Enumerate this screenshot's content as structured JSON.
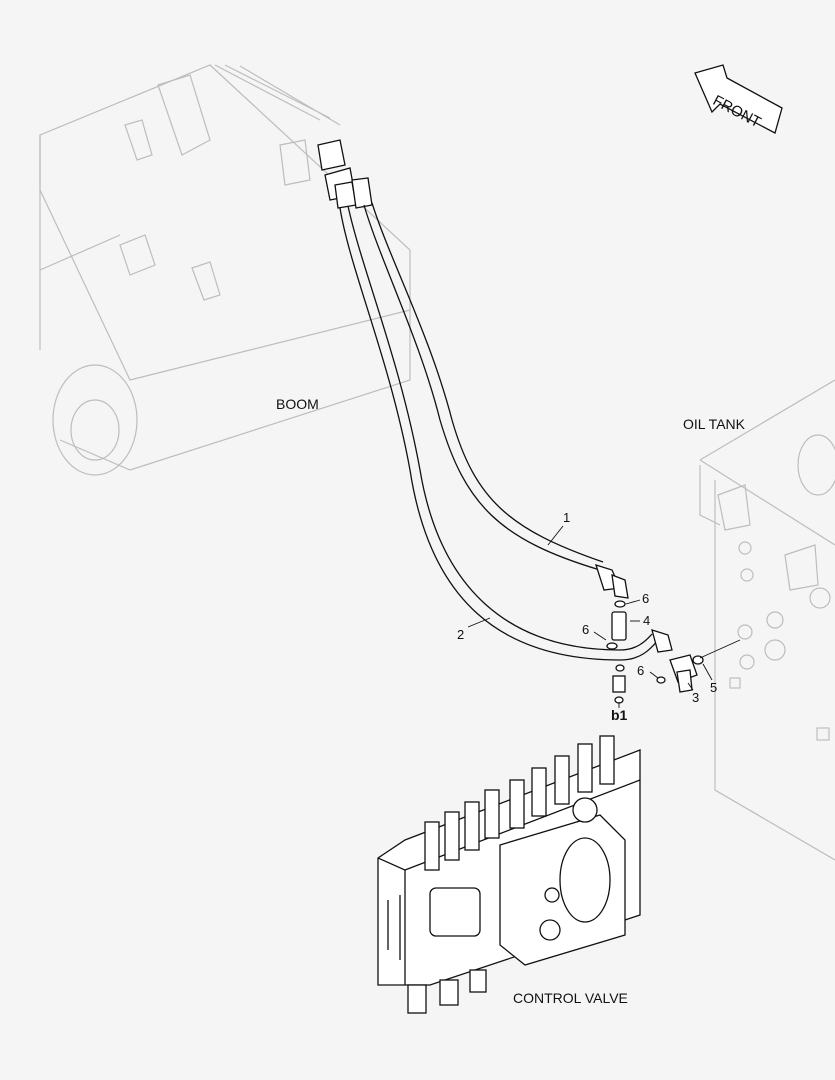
{
  "labels": {
    "boom": "BOOM",
    "oil_tank": "OIL TANK",
    "control_valve": "CONTROL VALVE",
    "front": "FRONT",
    "port_b1": "b1"
  },
  "callouts": {
    "hose_1": "1",
    "hose_2": "2",
    "tee_3": "3",
    "adapter_4": "4",
    "oring_5": "5",
    "oring_6a": "6",
    "oring_6b": "6",
    "oring_6c": "6"
  },
  "colors": {
    "background": "#f5f5f5",
    "line": "#111111",
    "ghost": "#bdbdbd"
  }
}
